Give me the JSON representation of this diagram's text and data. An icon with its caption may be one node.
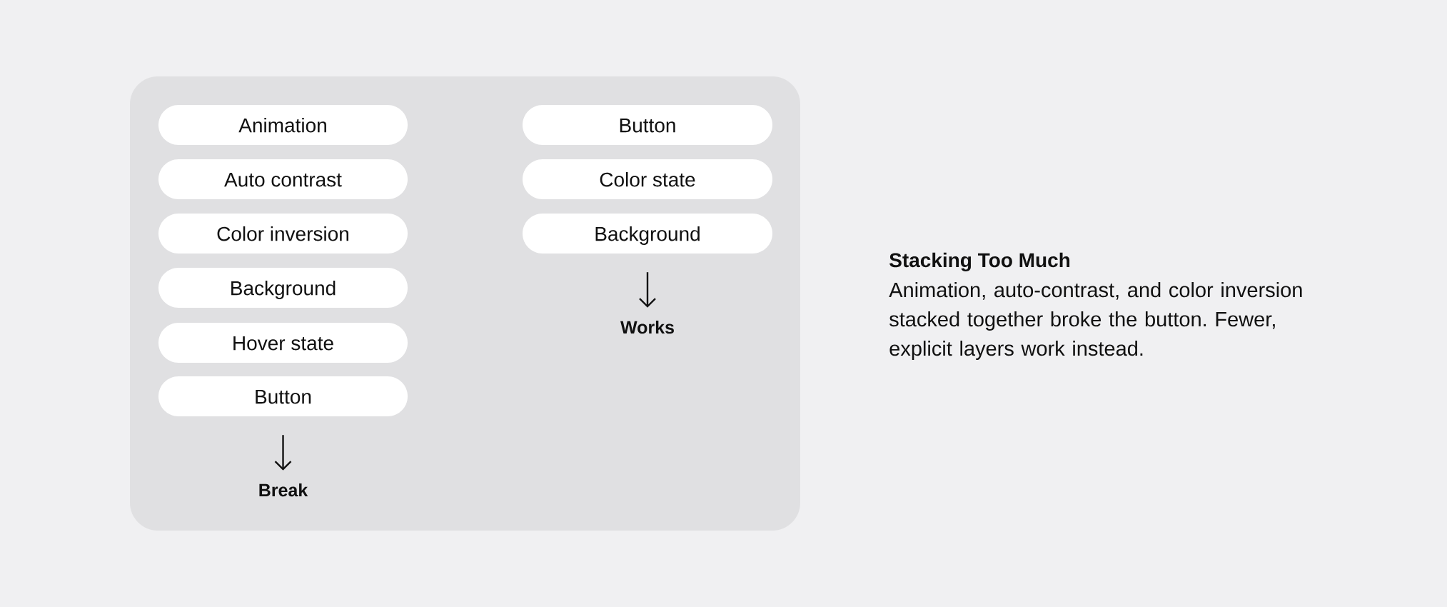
{
  "diagram": {
    "title": "Stacking Too Much",
    "caption": "Animation, auto-contrast, and color inversion stacked together broke the button. Fewer, explicit layers work instead.",
    "nodes": [
      {
        "text": [],
        "shape": "box"
      },
      {
        "text": [
          "Animation"
        ],
        "in": 0
      },
      {
        "text": [
          "Auto contrast"
        ],
        "in": 0
      },
      {
        "text": [
          "Color inversion"
        ],
        "in": 0
      },
      {
        "text": [
          "Background"
        ],
        "in": 0
      },
      {
        "text": [
          "Hover state"
        ],
        "in": 0
      },
      {
        "text": [
          "Button"
        ],
        "in": 0
      },
      {
        "text": [
          "Break"
        ],
        "in": 0
      },
      {
        "text": [
          "Button"
        ],
        "in": 0
      },
      {
        "text": [
          "Color state"
        ],
        "in": 0
      },
      {
        "text": [
          "Background"
        ],
        "in": 0
      },
      {
        "text": [
          "Works"
        ],
        "in": 0
      }
    ],
    "edges": [
      {
        "from": 6,
        "to": 7,
        "arrow": "to"
      },
      {
        "from": 10,
        "to": 11,
        "arrow": "to"
      }
    ]
  }
}
